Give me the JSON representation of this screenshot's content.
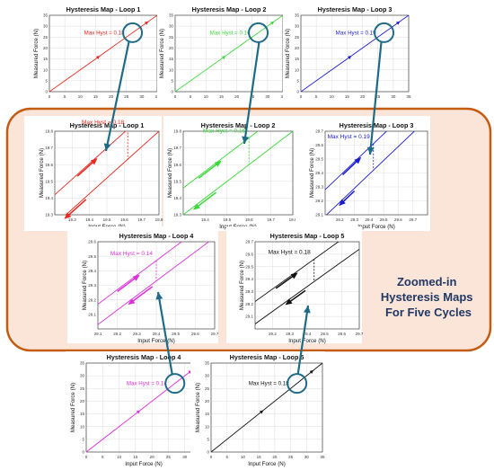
{
  "zoom_panel": {
    "caption_lines": [
      "Zoomed-in",
      "Hysteresis Maps",
      "For Five Cycles"
    ],
    "fill": "#fbe5d8",
    "border": "#c55a11",
    "caption_color": "#203864"
  },
  "connector_color": "#1f6b86",
  "chart_data": [
    {
      "id": "top1",
      "type": "line",
      "title": "Hysteresis Map - Loop 1",
      "xlabel": "",
      "ylabel": "Measured Force (N)",
      "xlim": [
        0,
        35
      ],
      "ylim": [
        0,
        35
      ],
      "xticks": [
        0,
        5,
        10,
        15,
        20,
        25,
        30,
        35
      ],
      "yticks": [
        0,
        5,
        10,
        15,
        20,
        25,
        30,
        35
      ],
      "color": "#e8281e",
      "series": [
        {
          "x": [
            0,
            35
          ],
          "y": [
            0,
            35
          ]
        }
      ],
      "annotation": "Max Hyst = 0.18",
      "grid": true
    },
    {
      "id": "top2",
      "type": "line",
      "title": "Hysteresis Map - Loop 2",
      "xlabel": "",
      "ylabel": "Measured Force (N)",
      "xlim": [
        0,
        35
      ],
      "ylim": [
        0,
        35
      ],
      "xticks": [
        0,
        5,
        10,
        15,
        20,
        25,
        30,
        35
      ],
      "yticks": [
        0,
        5,
        10,
        15,
        20,
        25,
        30,
        35
      ],
      "color": "#3bd83b",
      "series": [
        {
          "x": [
            0,
            35
          ],
          "y": [
            0,
            35
          ]
        }
      ],
      "annotation": "Max Hyst = 0.16",
      "grid": true
    },
    {
      "id": "top3",
      "type": "line",
      "title": "Hysteresis Map - Loop 3",
      "xlabel": "",
      "ylabel": "Measured Force (N)",
      "xlim": [
        0,
        35
      ],
      "ylim": [
        0,
        35
      ],
      "xticks": [
        0,
        5,
        10,
        15,
        20,
        25,
        30,
        35
      ],
      "yticks": [
        0,
        5,
        10,
        15,
        20,
        25,
        30,
        35
      ],
      "color": "#1a1ad0",
      "series": [
        {
          "x": [
            0,
            35
          ],
          "y": [
            0,
            35
          ]
        }
      ],
      "annotation": "Max Hyst = 0.19",
      "grid": true
    },
    {
      "id": "z1",
      "type": "line",
      "title": "Hysteresis Map - Loop 1",
      "xlabel": "Input Force (N)",
      "ylabel": "Measured Force (N)",
      "xlim": [
        19.2,
        19.8
      ],
      "ylim": [
        19.3,
        19.8
      ],
      "xticks": [
        19.3,
        19.4,
        19.5,
        19.6,
        19.7,
        19.8
      ],
      "yticks": [
        19.3,
        19.4,
        19.5,
        19.6,
        19.7,
        19.8
      ],
      "color": "#e8281e",
      "series": [
        {
          "x": [
            19.2,
            19.8
          ],
          "y": [
            19.42,
            19.98
          ]
        },
        {
          "x": [
            19.2,
            19.8
          ],
          "y": [
            19.24,
            19.8
          ]
        }
      ],
      "annotation": "Max Hyst = 0.18",
      "hyst_x": 19.62,
      "arrow_up_x": [
        19.33,
        19.44
      ],
      "arrow_down_x": [
        19.38,
        19.26
      ],
      "grid": true
    },
    {
      "id": "z2",
      "type": "line",
      "title": "Hysteresis Map - Loop 2",
      "xlabel": "Input Force (N)",
      "ylabel": "Measured Force (N)",
      "xlim": [
        19.3,
        19.8
      ],
      "ylim": [
        19.3,
        19.8
      ],
      "xticks": [
        19.4,
        19.5,
        19.6,
        19.7,
        19.8
      ],
      "yticks": [
        19.3,
        19.4,
        19.5,
        19.6,
        19.7,
        19.8
      ],
      "color": "#3bd83b",
      "series": [
        {
          "x": [
            19.3,
            19.8
          ],
          "y": [
            19.46,
            19.96
          ]
        },
        {
          "x": [
            19.3,
            19.8
          ],
          "y": [
            19.3,
            19.8
          ]
        }
      ],
      "annotation": "Max Hyst = 0.16",
      "hyst_x": 19.6,
      "arrow_up_x": [
        19.37,
        19.47
      ],
      "arrow_down_x": [
        19.45,
        19.35
      ],
      "grid": true
    },
    {
      "id": "z3",
      "type": "line",
      "title": "Hysteresis Map - Loop 3",
      "xlabel": "Input Force (N)",
      "ylabel": "Measured Force (N)",
      "xlim": [
        29.1,
        29.8
      ],
      "ylim": [
        29.1,
        29.7
      ],
      "xticks": [
        29.2,
        29.3,
        29.4,
        29.5,
        29.6,
        29.7
      ],
      "yticks": [
        29.1,
        29.2,
        29.3,
        29.4,
        29.5,
        29.6,
        29.7
      ],
      "color": "#1a1ad0",
      "series": [
        {
          "x": [
            29.1,
            29.8
          ],
          "y": [
            29.28,
            29.98
          ]
        },
        {
          "x": [
            29.1,
            29.8
          ],
          "y": [
            29.09,
            29.79
          ]
        }
      ],
      "annotation": "Max Hyst = 0.19",
      "hyst_x": 29.43,
      "arrow_up_x": [
        29.22,
        29.34
      ],
      "arrow_down_x": [
        29.3,
        29.2
      ],
      "grid": true
    },
    {
      "id": "z4",
      "type": "line",
      "title": "Hysteresis Map - Loop 4",
      "xlabel": "Input Force (N)",
      "ylabel": "Measured Force (N)",
      "xlim": [
        29.1,
        29.7
      ],
      "ylim": [
        29.0,
        29.6
      ],
      "xticks": [
        29.1,
        29.2,
        29.3,
        29.4,
        29.5,
        29.6,
        29.7
      ],
      "yticks": [
        29.1,
        29.2,
        29.3,
        29.4,
        29.5,
        29.6
      ],
      "color": "#de2fde",
      "series": [
        {
          "x": [
            29.1,
            29.7
          ],
          "y": [
            29.17,
            29.77
          ]
        },
        {
          "x": [
            29.1,
            29.7
          ],
          "y": [
            29.03,
            29.63
          ]
        }
      ],
      "annotation": "Max Hyst = 0.14",
      "hyst_x": 29.4,
      "arrow_up_x": [
        29.2,
        29.31
      ],
      "arrow_down_x": [
        29.38,
        29.26
      ],
      "grid": true
    },
    {
      "id": "z5",
      "type": "line",
      "title": "Hysteresis Map - Loop 5",
      "xlabel": "Input Force (N)",
      "ylabel": "Measured Force (N)",
      "xlim": [
        29.1,
        29.7
      ],
      "ylim": [
        29.0,
        29.7
      ],
      "xticks": [
        29.2,
        29.3,
        29.4,
        29.5,
        29.6,
        29.7
      ],
      "yticks": [
        29.1,
        29.2,
        29.3,
        29.4,
        29.5,
        29.6,
        29.7
      ],
      "color": "#111111",
      "series": [
        {
          "x": [
            29.1,
            29.7
          ],
          "y": [
            29.22,
            29.82
          ]
        },
        {
          "x": [
            29.1,
            29.7
          ],
          "y": [
            29.04,
            29.64
          ]
        }
      ],
      "annotation": "Max Hyst = 0.18",
      "hyst_x": 29.44,
      "arrow_up_x": [
        29.22,
        29.34
      ],
      "arrow_down_x": [
        29.39,
        29.28
      ],
      "grid": true
    },
    {
      "id": "b4",
      "type": "line",
      "title": "Hysteresis Map - Loop 4",
      "xlabel": "Input Force (N)",
      "ylabel": "Measured Force (N)",
      "xlim": [
        0,
        35
      ],
      "ylim": [
        0,
        35
      ],
      "xticks": [
        0,
        5,
        10,
        15,
        20,
        25,
        30,
        35
      ],
      "yticks": [
        0,
        5,
        10,
        15,
        20,
        25,
        30,
        35
      ],
      "color": "#de2fde",
      "series": [
        {
          "x": [
            0,
            35
          ],
          "y": [
            0,
            35
          ]
        }
      ],
      "annotation": "Max Hyst = 0.14",
      "grid": true
    },
    {
      "id": "b5",
      "type": "line",
      "title": "Hysteresis Map - Loop 5",
      "xlabel": "Input Force (N)",
      "ylabel": "Measured Force (N)",
      "xlim": [
        0,
        35
      ],
      "ylim": [
        0,
        35
      ],
      "xticks": [
        0,
        5,
        10,
        15,
        20,
        25,
        30,
        35
      ],
      "yticks": [
        0,
        5,
        10,
        15,
        20,
        25,
        30,
        35
      ],
      "color": "#111111",
      "series": [
        {
          "x": [
            0,
            35
          ],
          "y": [
            0,
            35
          ]
        }
      ],
      "annotation": "Max Hyst = 0.18",
      "grid": true
    }
  ]
}
